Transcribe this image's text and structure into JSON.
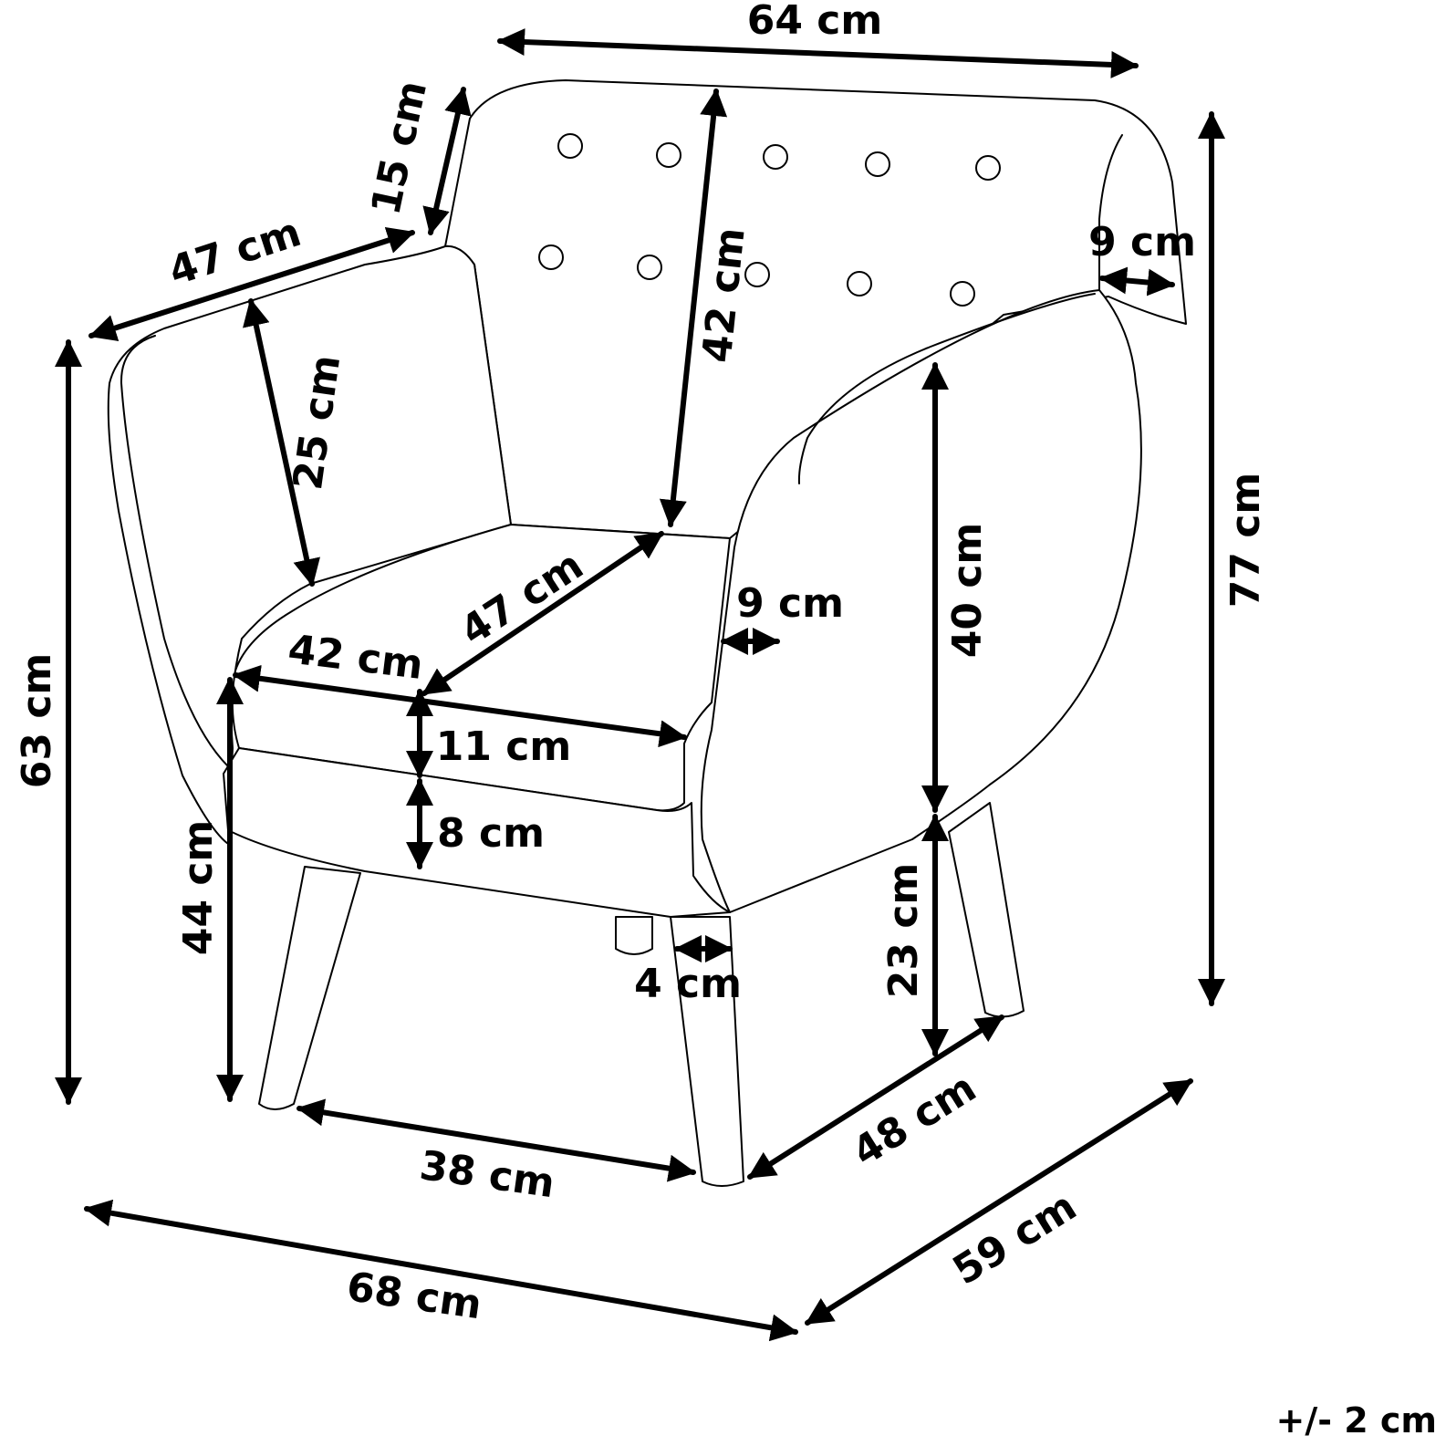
{
  "dimensions": {
    "width_top": "64 cm",
    "back_thickness": "15 cm",
    "arm_depth": "47 cm",
    "back_height": "42 cm",
    "right_arm_width_top": "9 cm",
    "arm_front_height": "25 cm",
    "total_height": "77 cm",
    "seat_depth": "47 cm",
    "arm_width": "9 cm",
    "arm_height": "40 cm",
    "arm_front_height_total": "63 cm",
    "seat_width": "42 cm",
    "cushion_thickness": "11 cm",
    "base_thickness": "8 cm",
    "seat_height": "44 cm",
    "leg_width": "4 cm",
    "leg_height": "23 cm",
    "leg_span_front": "38 cm",
    "leg_span_side": "48 cm",
    "overall_width": "68 cm",
    "overall_depth": "59 cm"
  },
  "tolerance": "+/- 2 cm"
}
